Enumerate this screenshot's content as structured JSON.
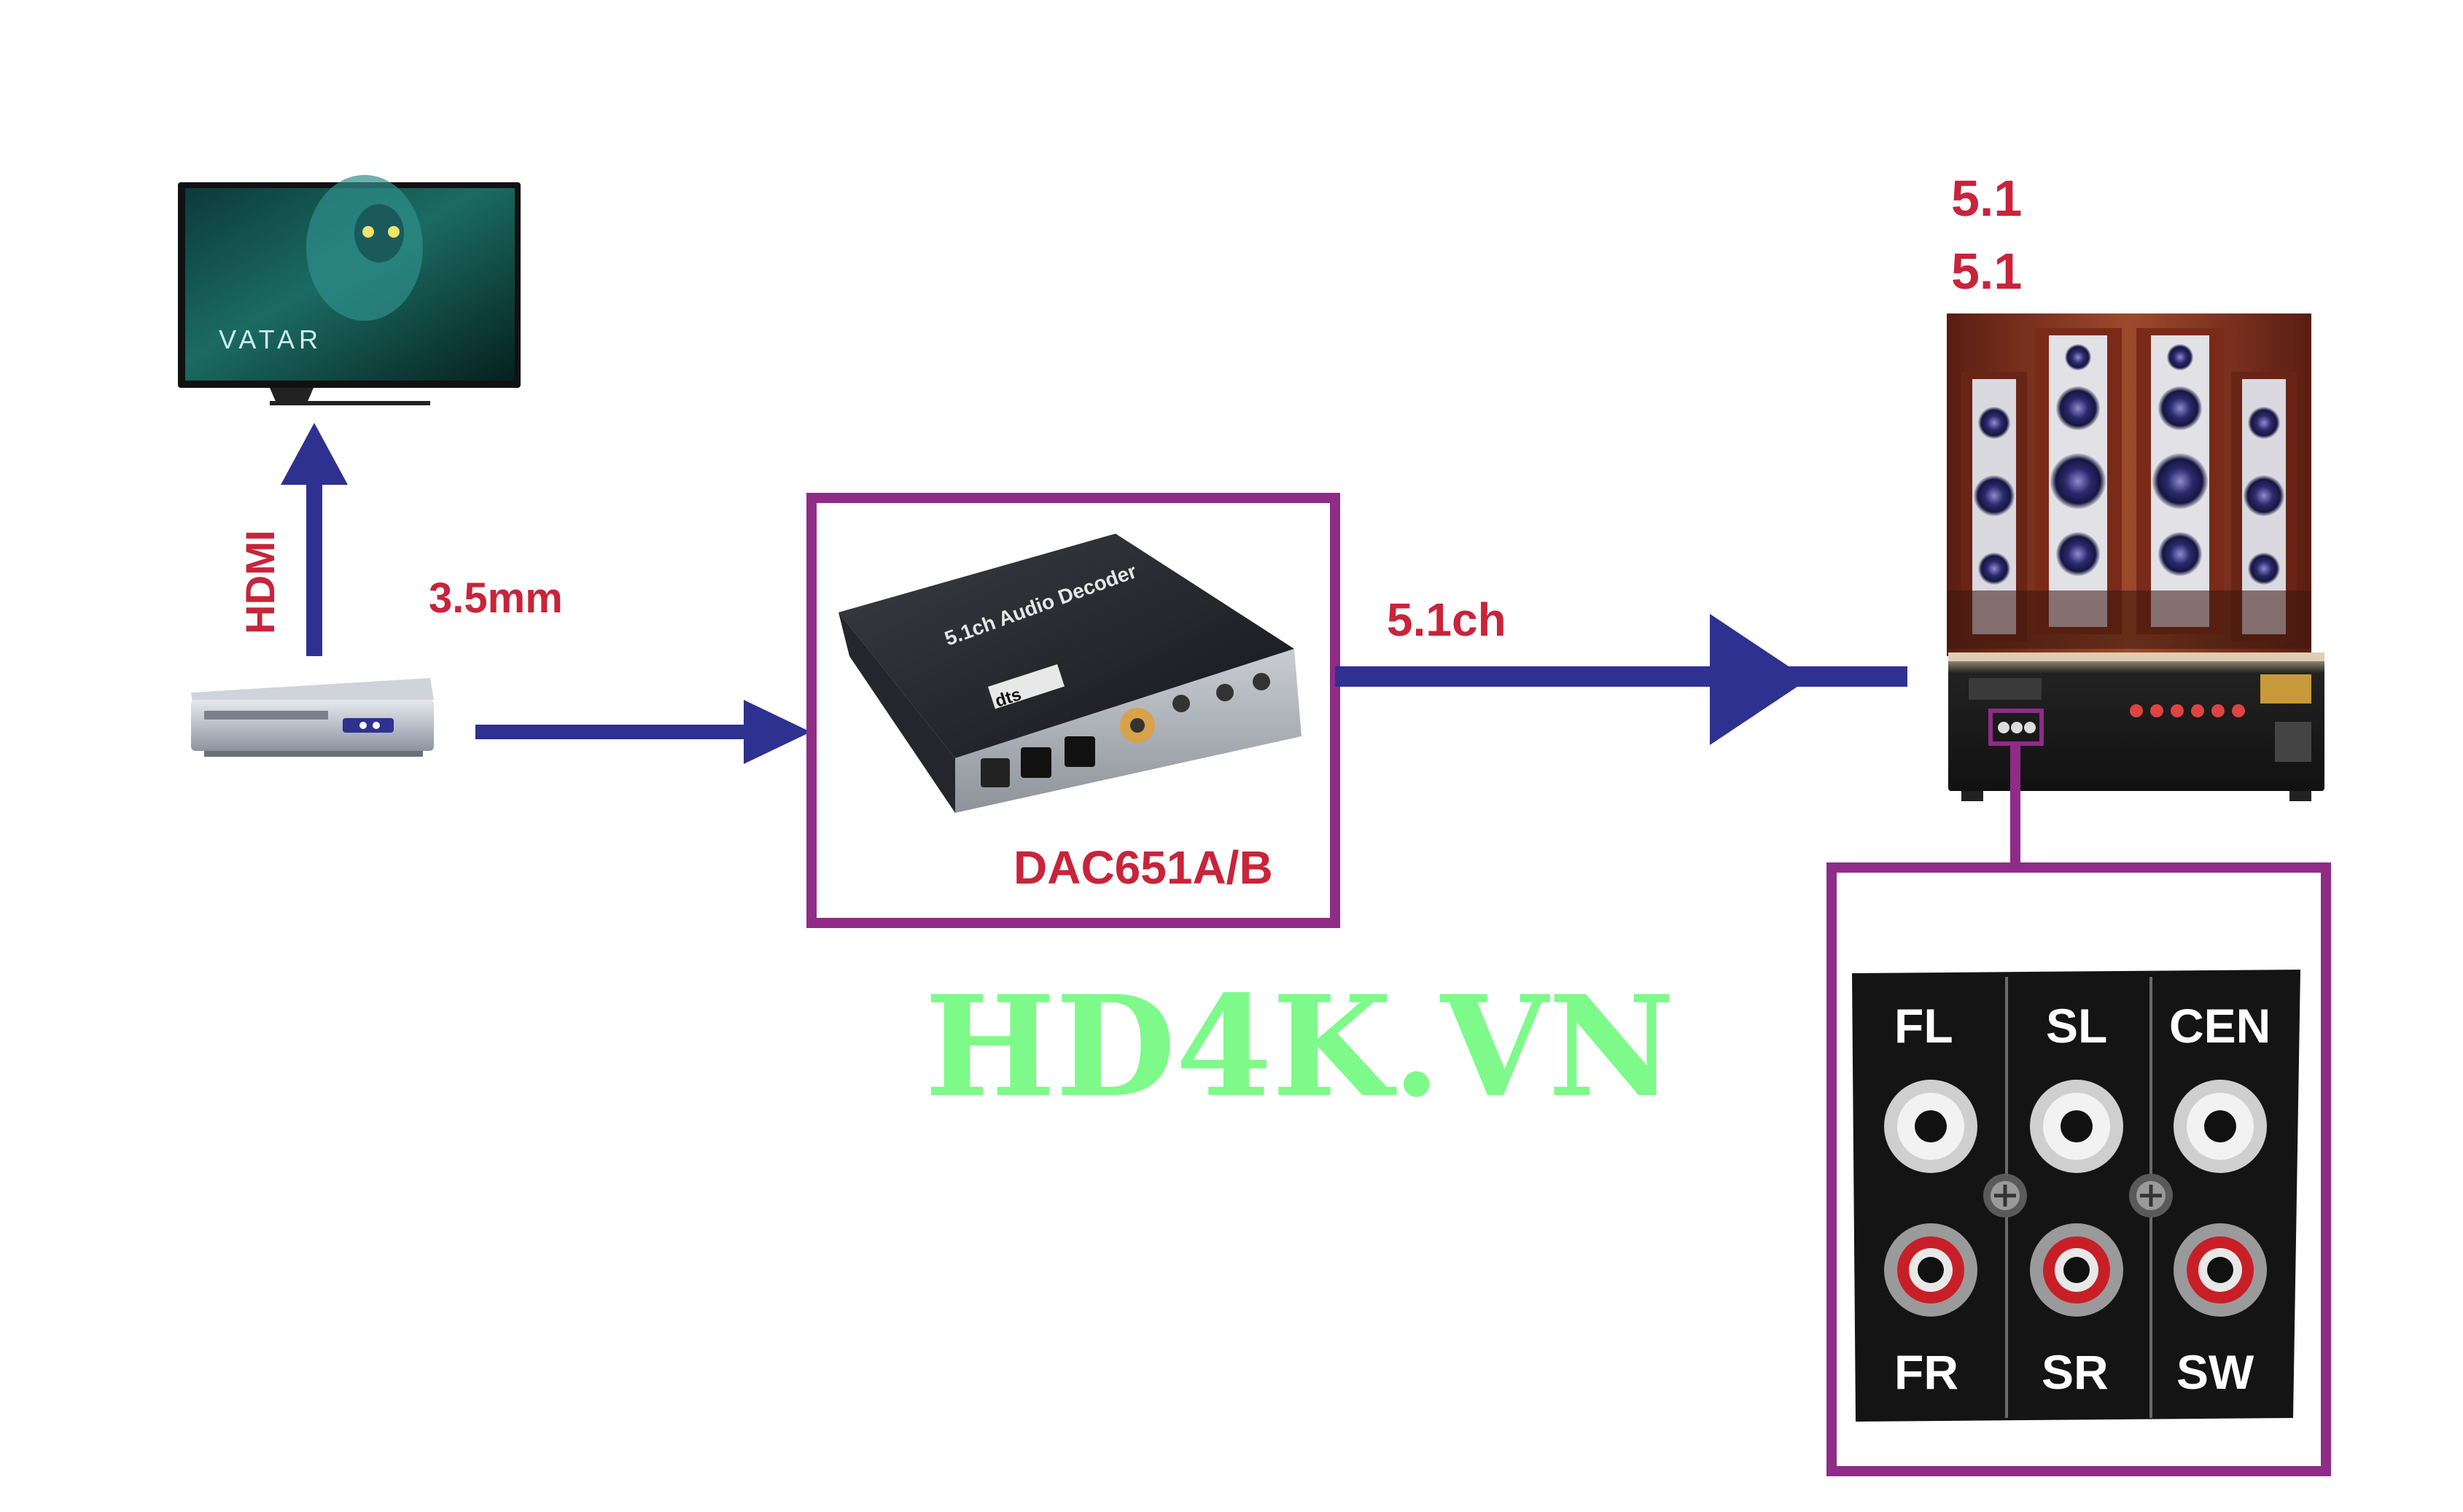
{
  "labels": {
    "hdmi": "HDMI",
    "cable_35mm": "3.5mm",
    "output_51ch": "5.1ch",
    "speaker_line1": "5.1",
    "speaker_line2": "5.1",
    "model": "DAC651A/B"
  },
  "decoder": {
    "top_text": "5.1ch Audio Decoder",
    "brand_badge": "dts"
  },
  "tv": {
    "screen_text": "VATAR"
  },
  "watermark": "HD4K.VN",
  "rca_panel": {
    "top_labels": [
      "FL",
      "SL",
      "CEN"
    ],
    "bottom_labels": [
      "FR",
      "SR",
      "SW"
    ]
  },
  "colors": {
    "arrow": "#2e3190",
    "frame": "#8e2c88",
    "label": "#c8243a",
    "watermark": "#7dfa8a"
  }
}
